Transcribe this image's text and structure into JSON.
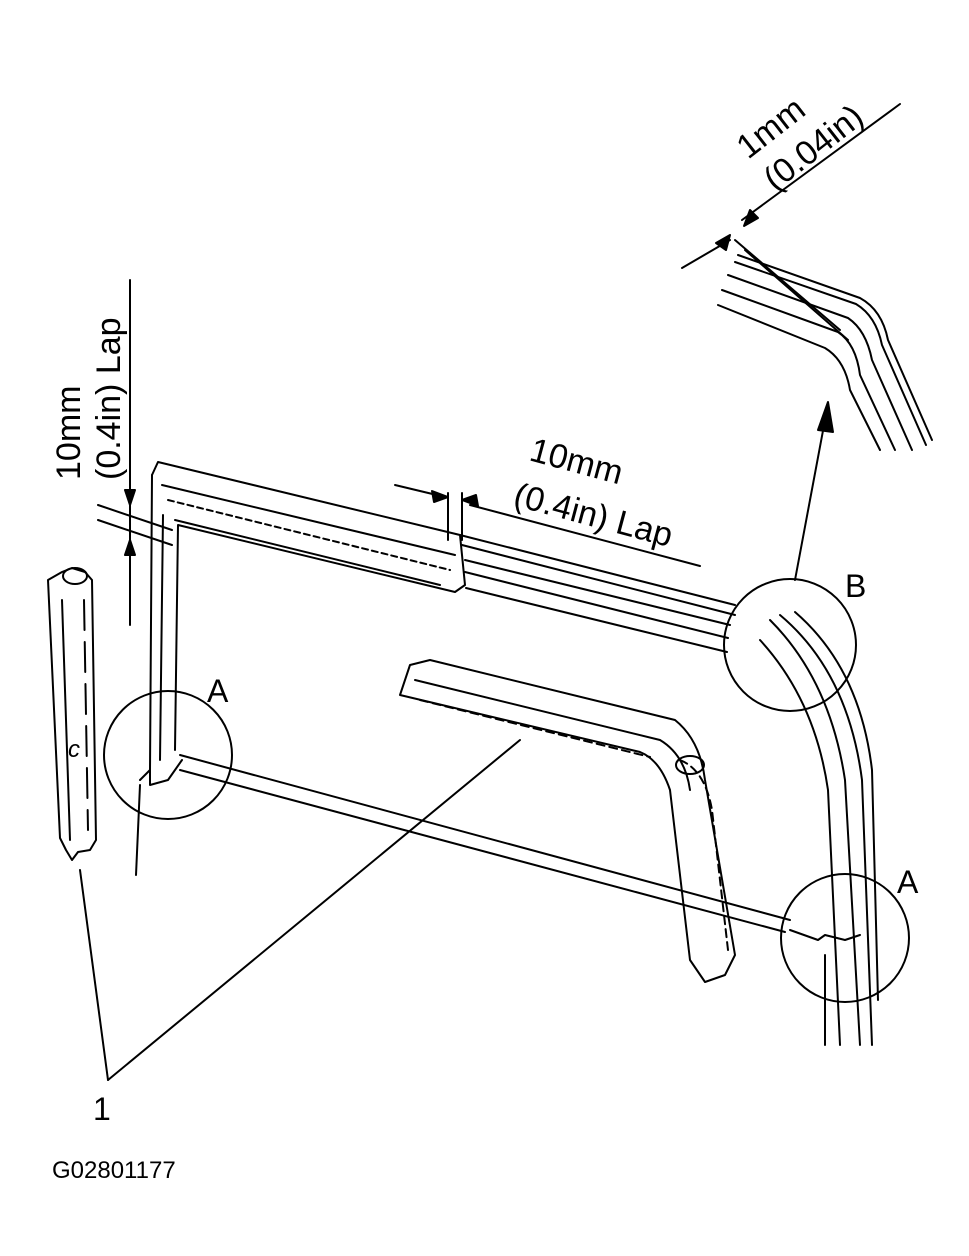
{
  "labels": {
    "left_lap_line1": "10mm",
    "left_lap_line2": "(0.4in) Lap",
    "top_lap_line1": "10mm",
    "top_lap_line2": "(0.4in) Lap",
    "detail_gap_line1": "1mm",
    "detail_gap_line2": "(0.04in)",
    "callout_a_left": "A",
    "callout_a_right": "A",
    "callout_b": "B",
    "callout_c": "c",
    "part_1": "1",
    "figure_code": "G02801177"
  }
}
